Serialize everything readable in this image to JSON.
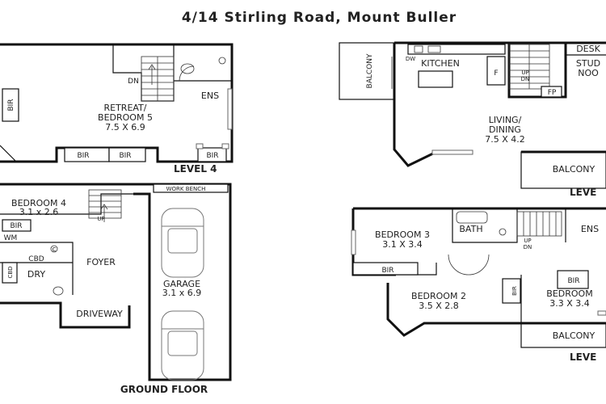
{
  "title": "4/14 Stirling Road, Mount Buller",
  "levels": {
    "level4": "LEVEL 4",
    "ground": "GROUND FLOOR",
    "upper_right": "LEVE",
    "lower_right": "LEVE"
  },
  "rooms": {
    "retreat_l1": "RETREAT/",
    "retreat_l2": "BEDROOM 5",
    "retreat_dim": "7.5 X 6.9",
    "ens_top": "ENS",
    "kitchen": "KITCHEN",
    "living_l1": "LIVING/",
    "living_l2": "DINING",
    "living_dim": "7.5 X 4.2",
    "study_l1": "STUD",
    "study_l2": "NOO",
    "desk": "DESK",
    "balcony": "BALCONY",
    "bedroom4": "BEDROOM 4",
    "bedroom4_dim": "3.1 x 2.6",
    "foyer": "FOYER",
    "garage": "GARAGE",
    "garage_dim": "3.1 x 6.9",
    "work_bench": "WORK BENCH",
    "driveway": "DRIVEWAY",
    "dry": "DRY",
    "cbd": "CBD",
    "wm": "WM",
    "c": "C",
    "bedroom3": "BEDROOM 3",
    "bedroom3_dim": "3.1 X 3.4",
    "bath": "BATH",
    "ens_low": "ENS",
    "bedroom2": "BEDROOM 2",
    "bedroom2_dim": "3.5 X 2.8",
    "bedroom_right": "BEDROOM",
    "bedroom_right_dim": "3.3 X 3.4"
  },
  "fixtures": {
    "bir": "BIR",
    "dn": "DN",
    "up": "UP",
    "f": "F",
    "fp": "FP",
    "dw": "DW"
  }
}
